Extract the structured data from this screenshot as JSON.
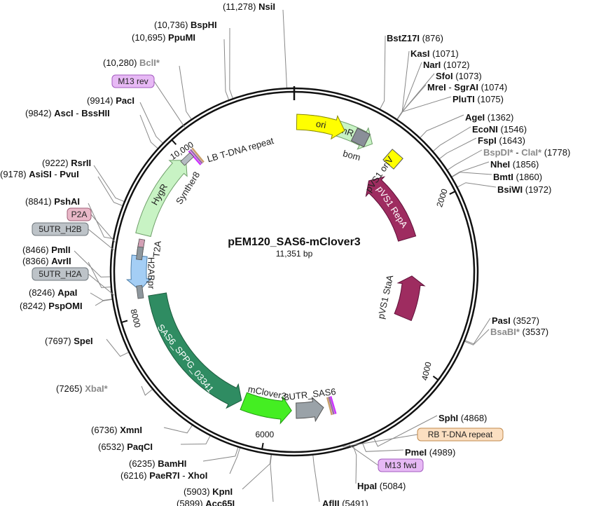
{
  "plasmid": {
    "name": "pEM120_SAS6-mClover3",
    "size_label": "11,351 bp",
    "total_bp": 11351
  },
  "ticks": [
    {
      "bp": 2000,
      "label": "2000"
    },
    {
      "bp": 4000,
      "label": "4000"
    },
    {
      "bp": 6000,
      "label": "6000"
    },
    {
      "bp": 8000,
      "label": "8000"
    },
    {
      "bp": 10000,
      "label": "10,000"
    }
  ],
  "sites": [
    {
      "id": "nsii",
      "parts": [
        {
          "t": "NsiI"
        }
      ],
      "pos_label": "(11,278)",
      "bp": 11278,
      "gray": false
    },
    {
      "id": "bsphi",
      "parts": [
        {
          "t": "BspHI"
        }
      ],
      "pos_label": "(10,736)",
      "bp": 10736,
      "gray": false
    },
    {
      "id": "ppumi",
      "parts": [
        {
          "t": "PpuMI"
        }
      ],
      "pos_label": "(10,695)",
      "bp": 10695,
      "gray": false
    },
    {
      "id": "bcli",
      "parts": [
        {
          "t": "BclI*",
          "gray": true
        }
      ],
      "pos_label": "(10,280)",
      "bp": 10280,
      "gray": true
    },
    {
      "id": "paci",
      "parts": [
        {
          "t": "PacI"
        }
      ],
      "pos_label": "(9914)",
      "bp": 9914,
      "gray": false
    },
    {
      "id": "asci",
      "parts": [
        {
          "t": "AscI"
        },
        {
          "t": " - ",
          "sep": true
        },
        {
          "t": "BssHII"
        }
      ],
      "pos_label": "(9842)",
      "bp": 9842,
      "gray": false
    },
    {
      "id": "rsrii",
      "parts": [
        {
          "t": "RsrII"
        }
      ],
      "pos_label": "(9222)",
      "bp": 9222,
      "gray": false
    },
    {
      "id": "asisi",
      "parts": [
        {
          "t": "AsiSI"
        },
        {
          "t": " - ",
          "sep": true
        },
        {
          "t": "PvuI"
        }
      ],
      "pos_label": "(9178)",
      "bp": 9178,
      "gray": false
    },
    {
      "id": "pshai",
      "parts": [
        {
          "t": "PshAI"
        }
      ],
      "pos_label": "(8841)",
      "bp": 8841,
      "gray": false
    },
    {
      "id": "pmli",
      "parts": [
        {
          "t": "PmlI"
        }
      ],
      "pos_label": "(8466)",
      "bp": 8466,
      "gray": false
    },
    {
      "id": "avrii",
      "parts": [
        {
          "t": "AvrII"
        }
      ],
      "pos_label": "(8366)",
      "bp": 8366,
      "gray": false
    },
    {
      "id": "apai",
      "parts": [
        {
          "t": "ApaI"
        }
      ],
      "pos_label": "(8246)",
      "bp": 8246,
      "gray": false
    },
    {
      "id": "pspomi",
      "parts": [
        {
          "t": "PspOMI"
        }
      ],
      "pos_label": "(8242)",
      "bp": 8242,
      "gray": false
    },
    {
      "id": "spei",
      "parts": [
        {
          "t": "SpeI"
        }
      ],
      "pos_label": "(7697)",
      "bp": 7697,
      "gray": false
    },
    {
      "id": "xbai",
      "parts": [
        {
          "t": "XbaI*",
          "gray": true
        }
      ],
      "pos_label": "(7265)",
      "bp": 7265,
      "gray": true
    },
    {
      "id": "xmni",
      "parts": [
        {
          "t": "XmnI"
        }
      ],
      "pos_label": "(6736)",
      "bp": 6736,
      "gray": false
    },
    {
      "id": "paqci",
      "parts": [
        {
          "t": "PaqCI"
        }
      ],
      "pos_label": "(6532)",
      "bp": 6532,
      "gray": false
    },
    {
      "id": "bamhi",
      "parts": [
        {
          "t": "BamHI"
        }
      ],
      "pos_label": "(6235)",
      "bp": 6235,
      "gray": false
    },
    {
      "id": "paer7i",
      "parts": [
        {
          "t": "PaeR7I"
        },
        {
          "t": " - ",
          "sep": true
        },
        {
          "t": "XhoI"
        }
      ],
      "pos_label": "(6216)",
      "bp": 6216,
      "gray": false
    },
    {
      "id": "kpni",
      "parts": [
        {
          "t": "KpnI"
        }
      ],
      "pos_label": "(5903)",
      "bp": 5903,
      "gray": false
    },
    {
      "id": "acc65i",
      "parts": [
        {
          "t": "Acc65I"
        }
      ],
      "pos_label": "(5899)",
      "bp": 5899,
      "gray": false
    },
    {
      "id": "aflii",
      "parts": [
        {
          "t": "AflII"
        }
      ],
      "pos_label": "(5491)",
      "bp": 5491,
      "gray": false
    },
    {
      "id": "hpai",
      "parts": [
        {
          "t": "HpaI"
        }
      ],
      "pos_label": "(5084)",
      "bp": 5084,
      "gray": false
    },
    {
      "id": "pmei",
      "parts": [
        {
          "t": "PmeI"
        }
      ],
      "pos_label": "(4989)",
      "bp": 4989,
      "gray": false
    },
    {
      "id": "sphi",
      "parts": [
        {
          "t": "SphI"
        }
      ],
      "pos_label": "(4868)",
      "bp": 4868,
      "gray": false
    },
    {
      "id": "bsabi",
      "parts": [
        {
          "t": "BsaBI*",
          "gray": true
        }
      ],
      "pos_label": "(3537)",
      "bp": 3537,
      "gray": true
    },
    {
      "id": "pasi",
      "parts": [
        {
          "t": "PasI"
        }
      ],
      "pos_label": "(3527)",
      "bp": 3527,
      "gray": false
    },
    {
      "id": "bsiwi",
      "parts": [
        {
          "t": "BsiWI"
        }
      ],
      "pos_label": "(1972)",
      "bp": 1972,
      "gray": false
    },
    {
      "id": "bmti",
      "parts": [
        {
          "t": "BmtI"
        }
      ],
      "pos_label": "(1860)",
      "bp": 1860,
      "gray": false
    },
    {
      "id": "nhei",
      "parts": [
        {
          "t": "NheI"
        }
      ],
      "pos_label": "(1856)",
      "bp": 1856,
      "gray": false
    },
    {
      "id": "bspdi",
      "parts": [
        {
          "t": "BspDI*",
          "gray": true
        },
        {
          "t": " - ",
          "sep": true
        },
        {
          "t": "ClaI*",
          "gray": true
        }
      ],
      "pos_label": "(1778)",
      "bp": 1778,
      "gray": true
    },
    {
      "id": "fspi",
      "parts": [
        {
          "t": "FspI"
        }
      ],
      "pos_label": "(1643)",
      "bp": 1643,
      "gray": false
    },
    {
      "id": "econi",
      "parts": [
        {
          "t": "EcoNI"
        }
      ],
      "pos_label": "(1546)",
      "bp": 1546,
      "gray": false
    },
    {
      "id": "agei",
      "parts": [
        {
          "t": "AgeI"
        }
      ],
      "pos_label": "(1362)",
      "bp": 1362,
      "gray": false
    },
    {
      "id": "pluti",
      "parts": [
        {
          "t": "PluTI"
        }
      ],
      "pos_label": "(1075)",
      "bp": 1075,
      "gray": false
    },
    {
      "id": "mrei",
      "parts": [
        {
          "t": "MreI"
        },
        {
          "t": " - ",
          "sep": true
        },
        {
          "t": "SgrAI"
        }
      ],
      "pos_label": "(1074)",
      "bp": 1074,
      "gray": false
    },
    {
      "id": "sfoi",
      "parts": [
        {
          "t": "SfoI"
        }
      ],
      "pos_label": "(1073)",
      "bp": 1073,
      "gray": false
    },
    {
      "id": "nari",
      "parts": [
        {
          "t": "NarI"
        }
      ],
      "pos_label": "(1072)",
      "bp": 1072,
      "gray": false
    },
    {
      "id": "kasi",
      "parts": [
        {
          "t": "KasI"
        }
      ],
      "pos_label": "(1071)",
      "bp": 1071,
      "gray": false
    },
    {
      "id": "bstz17i",
      "parts": [
        {
          "t": "BstZ17I"
        }
      ],
      "pos_label": "(876)",
      "bp": 876,
      "gray": false
    }
  ],
  "features": [
    {
      "id": "kanr",
      "label": "KanR",
      "start": 200,
      "end": 990,
      "dir": 1,
      "color": "#c8f3c4",
      "stroke": "#6f9f6a",
      "text_white": false
    },
    {
      "id": "ori",
      "label": "ori",
      "start": 30,
      "end": 620,
      "dir": 1,
      "color": "#ffff00",
      "stroke": "#8a8a00",
      "text_white": false
    },
    {
      "id": "pvs1-repa",
      "label": "pVS1 RepA",
      "start": 1240,
      "end": 2320,
      "dir": -1,
      "color": "#9e2c60",
      "stroke": "#5e1038",
      "text_white": true
    },
    {
      "id": "pvs1-staa",
      "label": "pVS1 StaA",
      "start": 2900,
      "end": 3550,
      "dir": -1,
      "color": "#9e2c60",
      "stroke": "#5e1038",
      "text_white": false
    },
    {
      "id": "mclover3",
      "label": "mClover3",
      "start": 5710,
      "end": 6350,
      "dir": -1,
      "color": "#44ee22",
      "stroke": "#229911",
      "text_white": false
    },
    {
      "id": "3utr-sas6",
      "label": "3UTR_SAS6",
      "start": 5290,
      "end": 5650,
      "dir": -1,
      "color": "#9aa2a8",
      "stroke": "#555",
      "text_white": false
    },
    {
      "id": "sas6-sppg",
      "label": "SAS6_SPPG_03341",
      "start": 6380,
      "end": 8220,
      "dir": -1,
      "color": "#2f8c62",
      "stroke": "#1b5a3c",
      "text_white": true
    },
    {
      "id": "h2abpr",
      "label": "H2ABpr",
      "start": 8300,
      "end": 8700,
      "dir": -1,
      "color": "#a4cef5",
      "stroke": "#4f7fa8",
      "text_white": false
    },
    {
      "id": "hygr",
      "label": "HygR",
      "start": 8950,
      "end": 9960,
      "dir": 1,
      "color": "#c8f3c4",
      "stroke": "#6f9f6a",
      "text_white": false
    }
  ],
  "small_features": [
    {
      "id": "bom",
      "label": "bom",
      "bp": 830,
      "color": "#8a8f99"
    },
    {
      "id": "pvs1-oriv",
      "label": "pVS1 oriV",
      "bp": 1300,
      "color": "#ffff00"
    }
  ],
  "repeats": [
    {
      "id": "lb-t-dna",
      "label": "LB T-DNA repeat",
      "bp": 10080
    },
    {
      "id": "rb-t-dna",
      "label": "RB T-DNA repeat",
      "bp": 5185
    }
  ],
  "badges": [
    {
      "id": "m13-rev",
      "label": "M13 rev",
      "color": "#e7b9f5",
      "stroke": "#a35cc0"
    },
    {
      "id": "p2a",
      "label": "P2A",
      "color": "#e9b8c8",
      "stroke": "#a06078"
    },
    {
      "id": "5utr-h2b",
      "label": "5UTR_H2B",
      "color": "#bdc3c8",
      "stroke": "#6f777d"
    },
    {
      "id": "5utr-h2a",
      "label": "5UTR_H2A",
      "color": "#bdc3c8",
      "stroke": "#6f777d"
    },
    {
      "id": "rb-badge",
      "label": "RB T-DNA repeat",
      "color": "#fbdfc1",
      "stroke": "#c08a4d"
    },
    {
      "id": "m13-fwd",
      "label": "M13 fwd",
      "color": "#e7b9f5",
      "stroke": "#a35cc0"
    }
  ],
  "inner_labels": {
    "synther8": "Synther8",
    "t2a": "T2A",
    "lb_repeat": "LB T-DNA repeat"
  }
}
